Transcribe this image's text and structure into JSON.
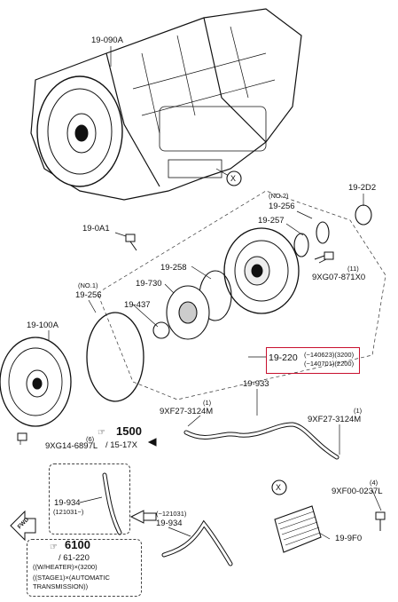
{
  "labels": {
    "p19_090a": "19-090A",
    "x_top": "X",
    "p19_2d2": "19-2D2",
    "no2": "(NO.2)",
    "p19_256b": "19-256",
    "p19_257": "19-257",
    "p19_0a1": "19-0A1",
    "p11": "(11)",
    "p9xg07": "9XG07-871X0",
    "p19_258": "19-258",
    "no1": "(NO.1)",
    "p19_256a": "19-256",
    "p19_730": "19-730",
    "p19_437": "19-437",
    "p19_100a": "19-100A",
    "p19_220": "19-220",
    "note1": "(−140623)(3200)",
    "note2": "(−140701)(2200)",
    "p19_933": "19-933",
    "p1a": "(1)",
    "p9xf27a": "9XF27-3124M",
    "p1b": "(1)",
    "p9xf27b": "9XF27-3124M",
    "p6": "(6)",
    "p9xg14": "9XG14-6897L",
    "ref1500": "1500",
    "ref1517": "/ 15-17X",
    "p19_934a": "19-934",
    "date121031a": "(121031−)",
    "date121031b": "(−121031)",
    "p19_934b": "19-934",
    "x_bottom": "X",
    "p4": "(4)",
    "p9xf00": "9XF00-0237L",
    "p19_9f0": "19-9F0",
    "fwd": "FWD",
    "ref6100": "6100",
    "ref61220": "/ 61-220",
    "heater": "((W/HEATER)×(3200)",
    "stage1": "((STAGE1)×(AUTOMATIC",
    "trans": "TRANSMISSION))"
  }
}
